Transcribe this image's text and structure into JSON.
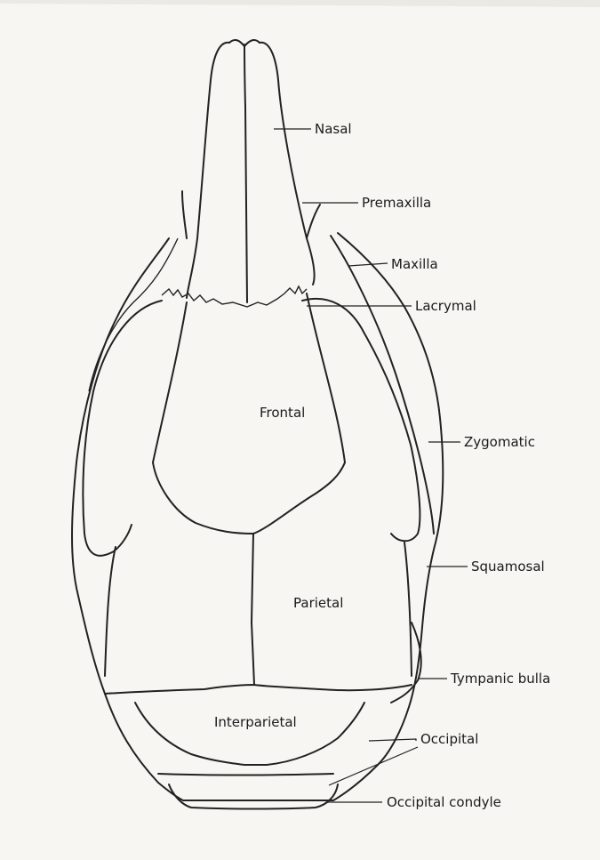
{
  "diagram": {
    "labels": {
      "nasal": "Nasal",
      "premaxilla": "Premaxilla",
      "maxilla": "Maxilla",
      "lacrymal": "Lacrymal",
      "frontal": "Frontal",
      "zygomatic": "Zygomatic",
      "squamosal": "Squamosal",
      "parietal": "Parietal",
      "tympanic_bulla": "Tympanic bulla",
      "interparietal": "Interparietal",
      "occipital": "Occipital",
      "occipital_condyle": "Occipital condyle"
    }
  }
}
